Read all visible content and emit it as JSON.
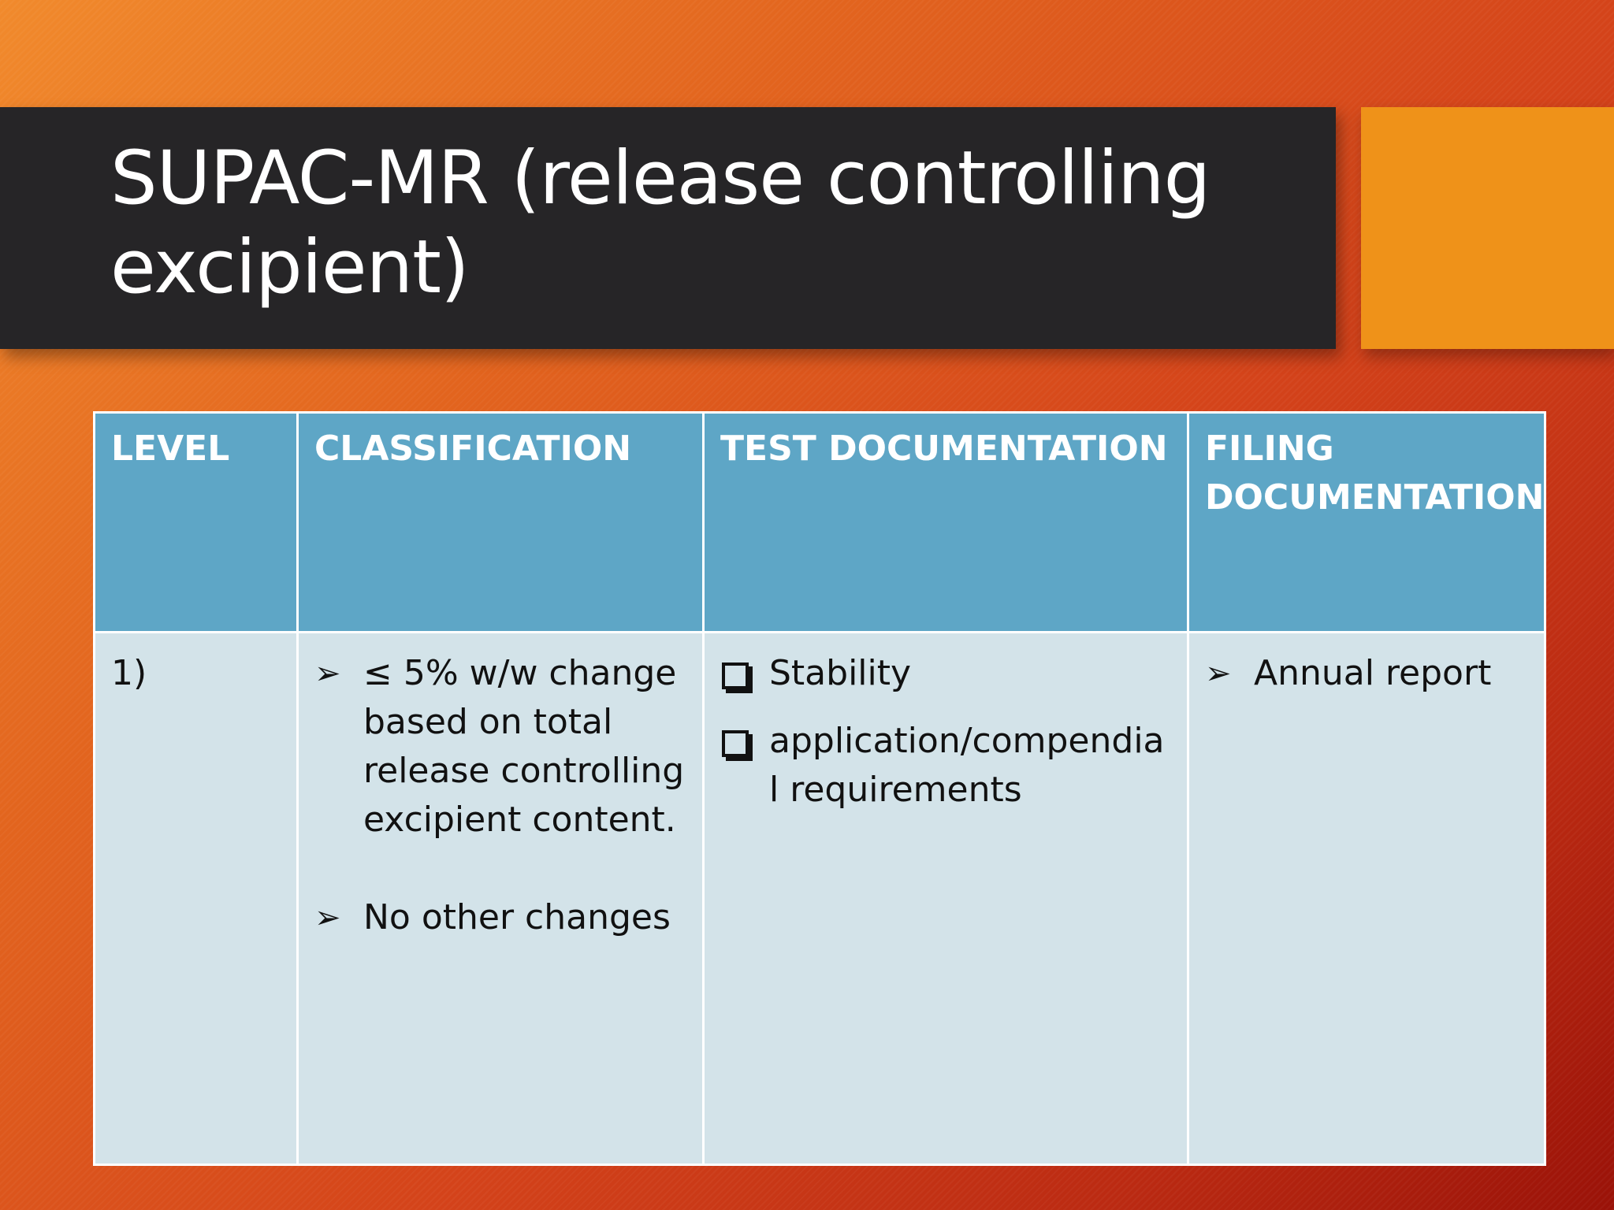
{
  "slide": {
    "title": "SUPAC-MR (release controlling excipient)"
  },
  "colors": {
    "background_start": "#f18a2c",
    "background_end": "#9a1208",
    "title_bar": "#262527",
    "accent_block": "#ef9219",
    "header_fill": "#5ea6c6",
    "body_fill": "#d3e3e9"
  },
  "table": {
    "headers": [
      "LEVEL",
      "CLASSIFICATION",
      "TEST DOCUMENTATION",
      "FILING DOCUMENTATION"
    ],
    "row": {
      "level": "1)",
      "classification": [
        "≤ 5% w/w change based on total release controlling excipient content.",
        "No other changes"
      ],
      "test_documentation": [
        "Stability",
        "application/compendial requirements"
      ],
      "filing_documentation": [
        "Annual report"
      ]
    },
    "icons": {
      "classification_bullet": "arrowhead-bullet-icon",
      "test_bullet": "checkbox-bullet-icon",
      "filing_bullet": "arrowhead-bullet-icon"
    }
  }
}
